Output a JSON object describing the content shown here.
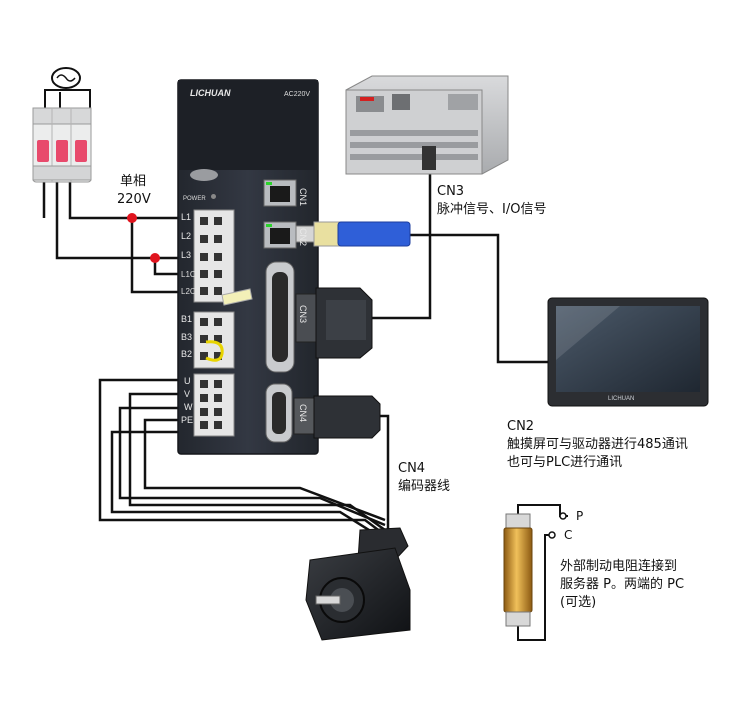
{
  "labels": {
    "single_phase": "单相",
    "voltage": "220V",
    "cn3_title": "CN3",
    "cn3_desc": "脉冲信号、I/O信号",
    "cn2_title": "CN2",
    "cn2_desc1": "触摸屏可与驱动器进行485通讯",
    "cn2_desc2": "也可与PLC进行通讯",
    "cn4_title": "CN4",
    "cn4_desc": "编码器线",
    "resistor_p": "P",
    "resistor_c": "C",
    "resistor_desc1": "外部制动电阻连接到",
    "resistor_desc2": "服务器 P。两端的 PC",
    "resistor_desc3": "(可选)"
  },
  "drive": {
    "brand": "LICHUAN",
    "model": "AC220V",
    "power": "POWER",
    "terminals_power": [
      "L1",
      "L2",
      "L3",
      "L1C",
      "L2C"
    ],
    "terminals_brake": [
      "B1",
      "B3",
      "B2"
    ],
    "terminals_motor": [
      "U",
      "V",
      "W",
      "PE"
    ],
    "ports": [
      "CN1",
      "CN2",
      "CN3",
      "CN4"
    ]
  },
  "hmi": {
    "brand": "LICHUAN"
  },
  "colors": {
    "drive_body": "#2b2f36",
    "wire": "#111111",
    "junction": "#e0141e",
    "ethernet_cable": "#2f5fd8",
    "resistor": "#c8901e",
    "breaker_accent": "#e84a6c"
  }
}
